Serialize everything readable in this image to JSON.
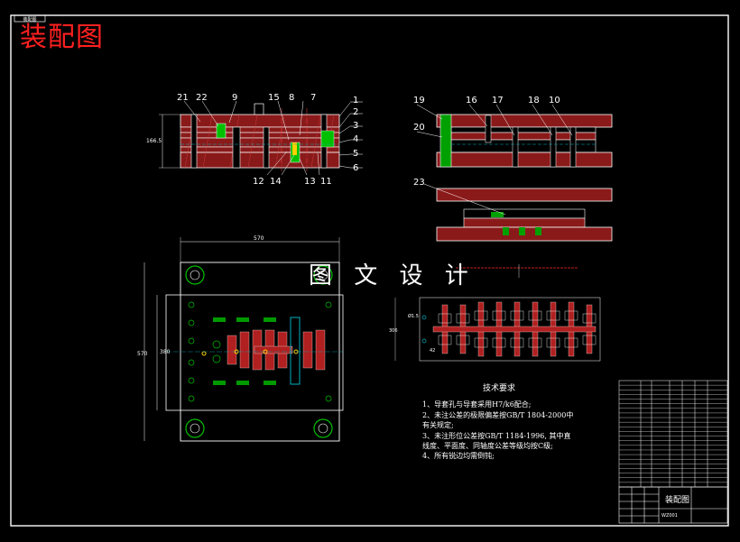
{
  "page": {
    "title": "装配图",
    "watermark": "图 文 设 计"
  },
  "top_tab": "装配图",
  "dimensions": {
    "height_left": "166.5",
    "width_top": "570",
    "height_plan": "570",
    "inner_plan": "380",
    "strip_height": "306",
    "strip_d": "Ø1.5",
    "strip_pitch": "42"
  },
  "part_numbers_left_top": [
    "21",
    "22",
    "9",
    "15",
    "8",
    "7"
  ],
  "part_numbers_right_side": [
    "1",
    "2",
    "3",
    "4",
    "5",
    "6"
  ],
  "part_numbers_left_bottom": [
    "12",
    "14",
    "13",
    "11"
  ],
  "part_numbers_right_view": [
    "19",
    "20",
    "16",
    "17",
    "18",
    "10",
    "23"
  ],
  "tech_requirements": {
    "title": "技术要求",
    "lines": [
      "1、导套孔与导套采用H7/k6配合;",
      "2、未注公差的极限偏差按GB/T 1804-2000中",
      "    有关规定;",
      "3、未注形位公差按GB/T 1184-1996, 其中直",
      "    线度、平面度、同轴度公差等级均按C级;",
      "4、所有锐边均需倒钝;"
    ]
  },
  "title_block": {
    "name": "装配图",
    "code": "WZ001"
  },
  "colors": {
    "background": "#000000",
    "frame": "#ffffff",
    "hatch": "#b02020",
    "green": "#00c000",
    "cyan": "#00b0c0",
    "yellow": "#ffd000"
  }
}
